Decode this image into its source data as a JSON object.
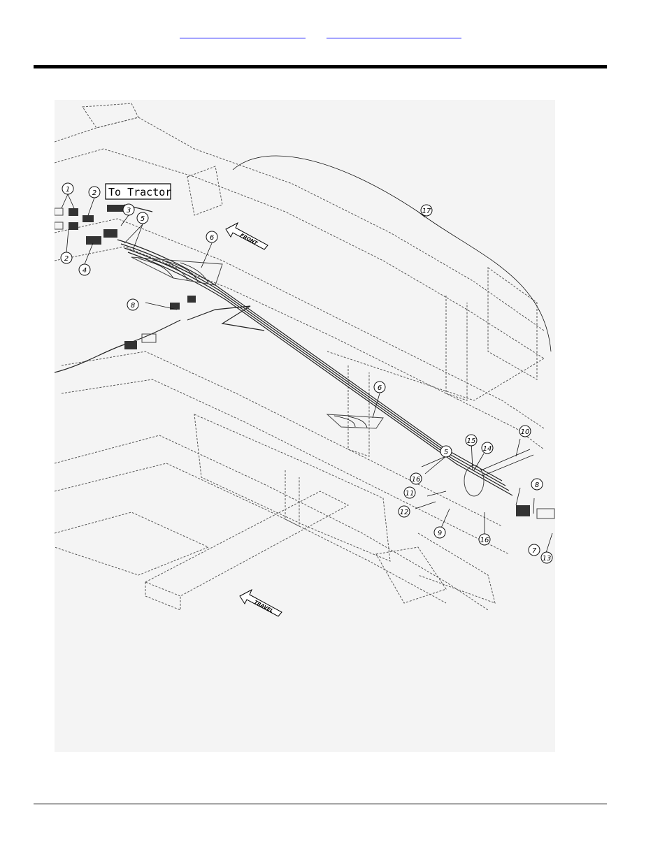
{
  "header": {
    "links": [
      "",
      ""
    ]
  },
  "figure": {
    "tractor_label": "To Tractor",
    "front_label": "FRONT",
    "travel_label": "TRAVEL",
    "callouts": [
      {
        "n": "1"
      },
      {
        "n": "2"
      },
      {
        "n": "2"
      },
      {
        "n": "3"
      },
      {
        "n": "4"
      },
      {
        "n": "5"
      },
      {
        "n": "5"
      },
      {
        "n": "6"
      },
      {
        "n": "6"
      },
      {
        "n": "7"
      },
      {
        "n": "8"
      },
      {
        "n": "8"
      },
      {
        "n": "9"
      },
      {
        "n": "10"
      },
      {
        "n": "11"
      },
      {
        "n": "12"
      },
      {
        "n": "13"
      },
      {
        "n": "14"
      },
      {
        "n": "15"
      },
      {
        "n": "16"
      },
      {
        "n": "16"
      },
      {
        "n": "17"
      }
    ]
  }
}
